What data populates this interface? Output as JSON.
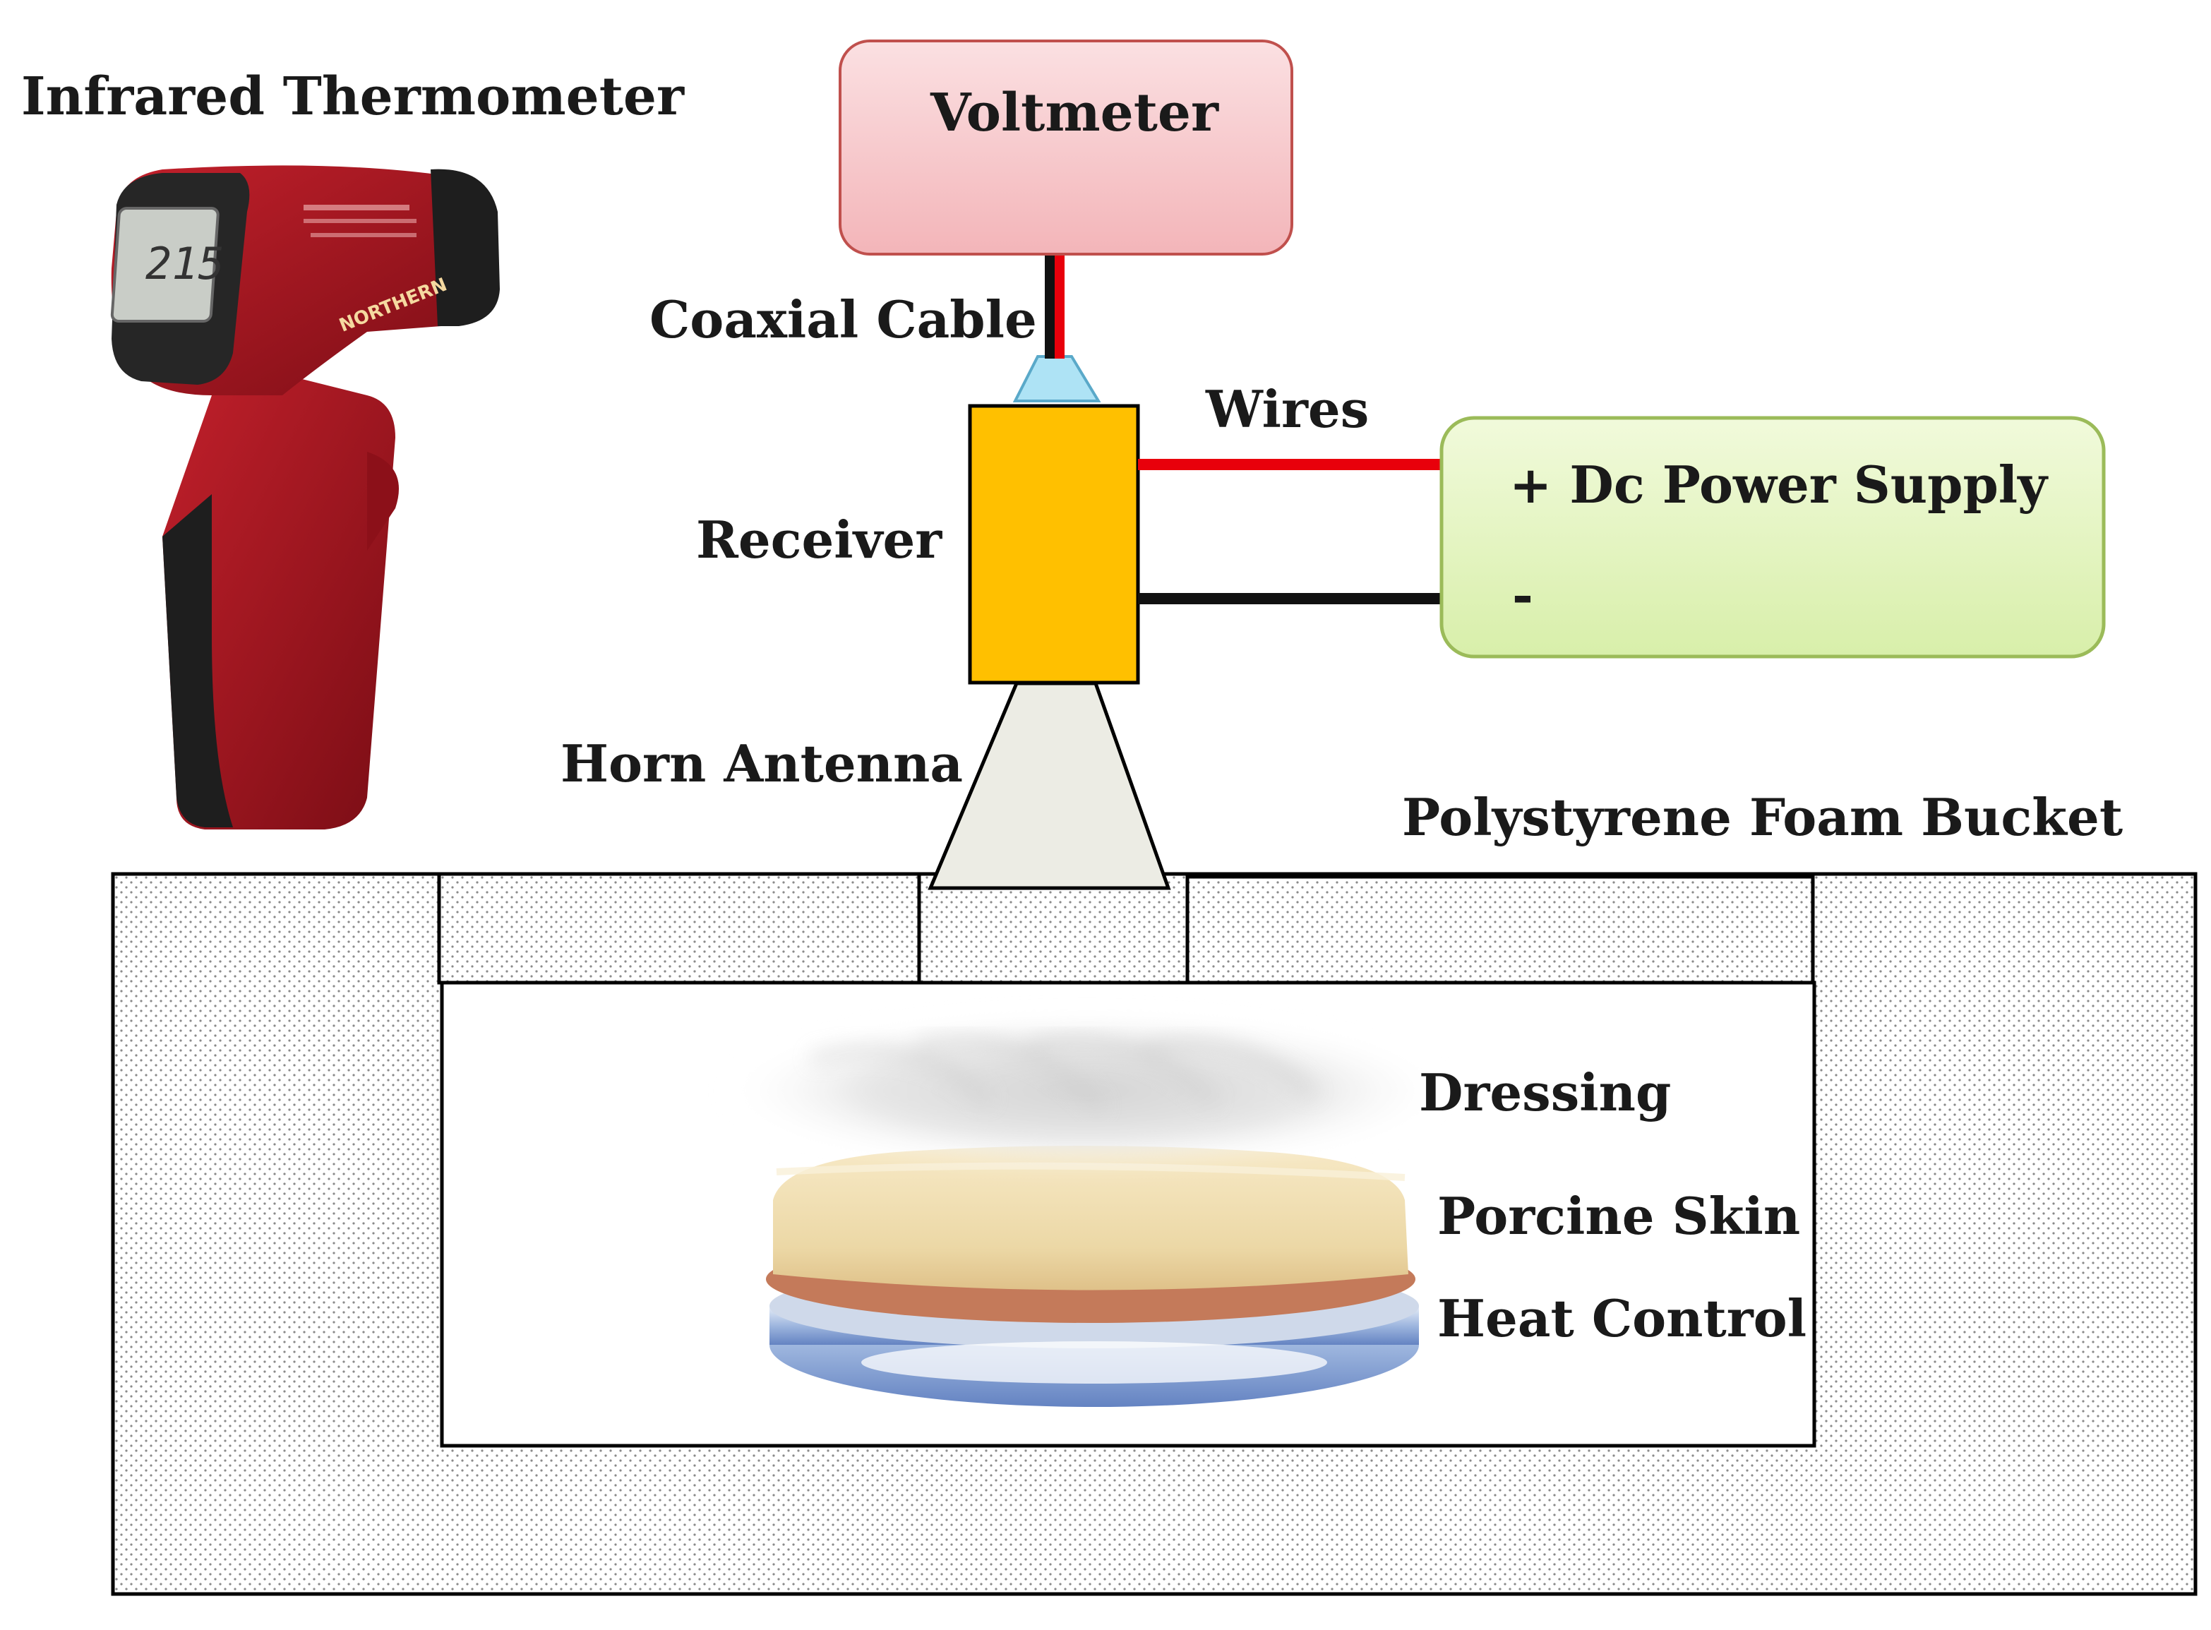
{
  "labels": {
    "infrared_thermometer": "Infrared Thermometer",
    "voltmeter": "Voltmeter",
    "coaxial_cable": "Coaxial Cable",
    "wires": "Wires",
    "receiver": "Receiver",
    "dc_power_supply": "+ Dc Power Supply",
    "minus": "-",
    "horn_antenna": "Horn Antenna",
    "polystyrene_foam_bucket": "Polystyrene Foam Bucket",
    "dressing": "Dressing",
    "porcine_skin": "Porcine Skin",
    "heat_control": "Heat Control"
  },
  "thermometer_display": "215",
  "thermometer_brand": "NORTHERN",
  "colors": {
    "voltmeter_fill": "#f7c9cc",
    "voltmeter_stroke": "#c0504d",
    "power_fill": "#e6f5c3",
    "power_stroke": "#9bbb59",
    "receiver_fill": "#ffc000",
    "wire_red": "#e8000b",
    "wire_black": "#111111",
    "connector": "#aee3f5",
    "horn_fill": "#eeeee6",
    "thermometer_red": "#a0141e",
    "thermometer_black": "#1e1e1e"
  }
}
